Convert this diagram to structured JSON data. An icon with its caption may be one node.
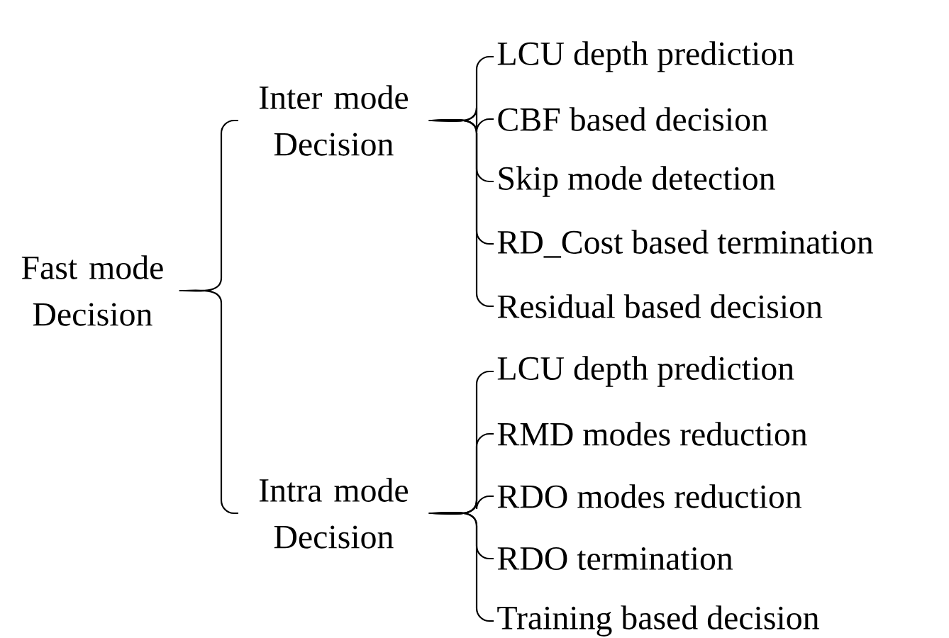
{
  "diagram": {
    "nodes": [
      {
        "text": [
          "Fast mode Decision"
        ]
      },
      {
        "text": [
          "Inter mode Decision"
        ]
      },
      {
        "text": [
          "Intra mode Decision"
        ]
      },
      {
        "text": [
          "LCU depth prediction"
        ]
      },
      {
        "text": [
          "CBF based decision"
        ]
      },
      {
        "text": [
          "Skip mode detection"
        ]
      },
      {
        "text": [
          "RD_Cost based termination"
        ]
      },
      {
        "text": [
          "Residual based decision"
        ]
      },
      {
        "text": [
          "LCU depth prediction"
        ]
      },
      {
        "text": [
          "RMD modes reduction"
        ]
      },
      {
        "text": [
          "RDO modes reduction"
        ]
      },
      {
        "text": [
          "RDO termination"
        ]
      },
      {
        "text": [
          "Training based decision"
        ]
      }
    ],
    "edges": [
      {
        "from": 0,
        "to": 1,
        "arrow": "none"
      },
      {
        "from": 0,
        "to": 2,
        "arrow": "none"
      },
      {
        "from": 1,
        "to": 3,
        "arrow": "none"
      },
      {
        "from": 1,
        "to": 4,
        "arrow": "none"
      },
      {
        "from": 1,
        "to": 5,
        "arrow": "none"
      },
      {
        "from": 1,
        "to": 6,
        "arrow": "none"
      },
      {
        "from": 1,
        "to": 7,
        "arrow": "none"
      },
      {
        "from": 2,
        "to": 8,
        "arrow": "none"
      },
      {
        "from": 2,
        "to": 9,
        "arrow": "none"
      },
      {
        "from": 2,
        "to": 10,
        "arrow": "none"
      },
      {
        "from": 2,
        "to": 11,
        "arrow": "none"
      },
      {
        "from": 2,
        "to": 12,
        "arrow": "none"
      }
    ]
  }
}
